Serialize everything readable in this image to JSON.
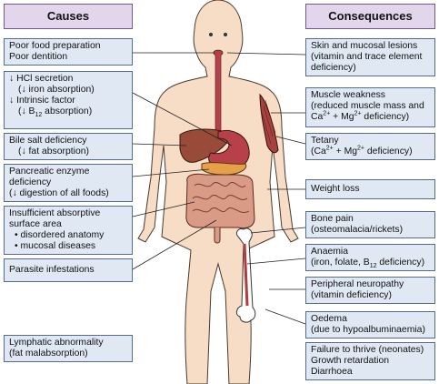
{
  "headers": {
    "causes": "Causes",
    "consequences": "Consequences"
  },
  "causes": {
    "food": [
      "Poor food preparation",
      "Poor dentition"
    ],
    "hcl": [
      "↓ HCl secretion",
      "(↓ iron absorption)",
      "↓ Intrinsic factor",
      "(↓ B",
      "12",
      " absorption)"
    ],
    "bile": [
      "Bile salt deficiency",
      "(↓ fat absorption)"
    ],
    "pancreatic": [
      "Pancreatic enzyme",
      "deficiency",
      "(↓ digestion of all foods)"
    ],
    "surface": [
      "Insufficient absorptive",
      "surface area",
      "• disordered anatomy",
      "• mucosal diseases"
    ],
    "parasite": "Parasite  infestations",
    "lymphatic": [
      "Lymphatic abnormality",
      "(fat malabsorption)"
    ]
  },
  "consequences": {
    "skin": [
      "Skin and mucosal lesions",
      "(vitamin and trace element",
      "deficiency)"
    ],
    "muscle": [
      "Muscle weakness",
      "(reduced muscle mass and",
      "Ca",
      "2+",
      " + Mg",
      "2+",
      " deficiency)"
    ],
    "tetany": [
      "Tetany",
      "(Ca",
      "2+",
      " + Mg",
      "2+",
      " deficiency)"
    ],
    "weight": "Weight loss",
    "bone": [
      "Bone pain",
      "(osteomalacia/rickets)"
    ],
    "anaemia": [
      "Anaemia",
      "(iron, folate, B",
      "12",
      " deficiency)"
    ],
    "neuropathy": [
      "Peripheral neuropathy",
      "(vitamin deficiency)"
    ],
    "oedema": [
      "Oedema",
      "(due to hypoalbuminaemia)"
    ],
    "failure": [
      "Failure to thrive (neonates)",
      "Growth retardation",
      "Diarrhoea"
    ]
  },
  "colors": {
    "header_fill": "#e3d6ec",
    "box_fill": "#dfe8f3",
    "skin": "#f7dcc6",
    "liver": "#9a4a38",
    "stomach": "#b8404a",
    "pancreas": "#e6a04a",
    "intestine": "#d99a86",
    "muscle": "#a5413f",
    "bone": "#ffffff",
    "marrow": "#b53a3a"
  }
}
